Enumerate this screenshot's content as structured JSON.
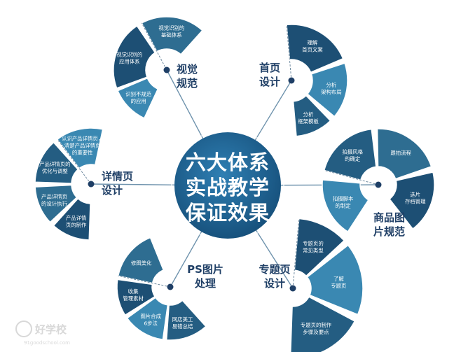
{
  "center": {
    "lines": [
      "六大体系",
      "实战教学",
      "保证效果"
    ],
    "color": "#1b5e8c"
  },
  "colors": {
    "palette": [
      "#2e6d91",
      "#1d4f74",
      "#3a88b2",
      "#245d82"
    ],
    "line": "#6f93ad",
    "dot": "#1f3f66",
    "dash": "#6f8aa0"
  },
  "groups": [
    {
      "id": "visual",
      "title": [
        "视觉",
        "规范"
      ],
      "segments": [
        {
          "lines": [
            "视觉识别的",
            "基础体系"
          ]
        },
        {
          "lines": [
            "视觉识别的",
            "应用体系"
          ]
        },
        {
          "lines": [
            "识别不规范",
            "的应用"
          ]
        }
      ]
    },
    {
      "id": "homepage",
      "title": [
        "首页",
        "设计"
      ],
      "segments": [
        {
          "lines": [
            "理解",
            "首页文案"
          ]
        },
        {
          "lines": [
            "分析",
            "架构布局"
          ]
        },
        {
          "lines": [
            "分析",
            "框架模板"
          ]
        }
      ]
    },
    {
      "id": "detail",
      "title": [
        "详情页",
        "设计"
      ],
      "segments": [
        {
          "lines": [
            "认识产品详情页，",
            "清楚产品详情页",
            "的重要性"
          ]
        },
        {
          "lines": [
            "产品详情页的",
            "优化与调整"
          ]
        },
        {
          "lines": [
            "产品详情页",
            "的设计执行"
          ]
        },
        {
          "lines": [
            "产品详情",
            "页的制作"
          ]
        }
      ]
    },
    {
      "id": "product",
      "title": [
        "商品图",
        "片规范"
      ],
      "segments": [
        {
          "lines": [
            "拍摄风格",
            "的确定"
          ]
        },
        {
          "lines": [
            "跟拍流程"
          ]
        },
        {
          "lines": [
            "选片",
            "存档管理"
          ]
        },
        {
          "lines": [
            "拍摄脚本",
            "的制定"
          ]
        }
      ]
    },
    {
      "id": "ps",
      "title": [
        "PS图片",
        "处理"
      ],
      "segments": [
        {
          "lines": [
            "修图美化"
          ]
        },
        {
          "lines": [
            "收集",
            "管理素材"
          ]
        },
        {
          "lines": [
            "图片合成",
            "6步法"
          ]
        },
        {
          "lines": [
            "网店美工",
            "易错总结"
          ]
        }
      ]
    },
    {
      "id": "topic",
      "title": [
        "专题页",
        "设计"
      ],
      "segments": [
        {
          "lines": [
            "专题页的",
            "常见类型"
          ]
        },
        {
          "lines": [
            "了解",
            "专题页"
          ]
        },
        {
          "lines": [
            "专题页的制作",
            "步骤及要点"
          ]
        }
      ]
    }
  ],
  "watermark": {
    "brand": "好学校",
    "url": "91goodschool.com"
  }
}
